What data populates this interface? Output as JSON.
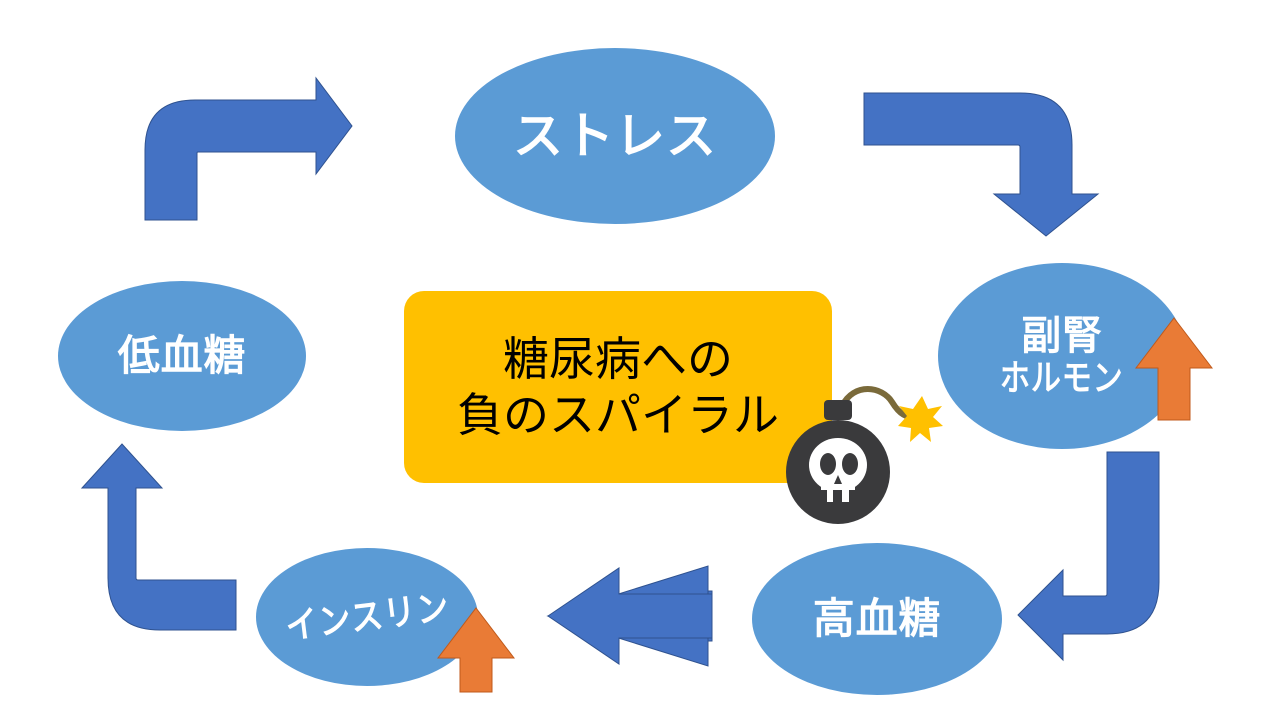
{
  "diagram": {
    "title": "糖尿病への負のスパイラル",
    "type": "cycle-diagram",
    "colors": {
      "node_fill": "#5B9BD5",
      "node_text": "#FFFFFF",
      "arrow_blue": "#4472C4",
      "arrow_orange": "#E97B36",
      "center_fill": "#FFC000",
      "center_text": "#000000",
      "background": "#FFFFFF",
      "bomb_body": "#3A3A3C",
      "bomb_skull": "#FFFFFF",
      "bomb_fuse": "#7A6A3A",
      "bomb_spark": "#FFC000"
    }
  },
  "center": {
    "line1": "糖尿病への",
    "line2": "負のスパイラル"
  },
  "nodes": {
    "stress": {
      "label": "ストレス"
    },
    "adrenal": {
      "line1": "副腎",
      "line2": "ホルモン"
    },
    "hyper": {
      "label": "高血糖"
    },
    "insulin": {
      "label": "インスリン"
    },
    "hypo": {
      "label": "低血糖"
    }
  },
  "arrows": {
    "top_left": {
      "name": "低血糖 → ストレス",
      "direction": "up-then-right"
    },
    "top_right": {
      "name": "ストレス → 副腎ホルモン",
      "direction": "right-then-down"
    },
    "right_bottom": {
      "name": "副腎ホルモン → 高血糖",
      "direction": "down-then-left"
    },
    "bottom": {
      "name": "高血糖 → インスリン",
      "direction": "left"
    },
    "bottom_left": {
      "name": "インスリン → 低血糖",
      "direction": "left-then-up"
    },
    "increase_adrenal": {
      "name": "副腎ホルモン増加",
      "direction": "up"
    },
    "increase_insulin": {
      "name": "インスリン増加",
      "direction": "up"
    }
  },
  "bomb": {
    "icon": "bomb-icon",
    "glyph": "💣"
  }
}
